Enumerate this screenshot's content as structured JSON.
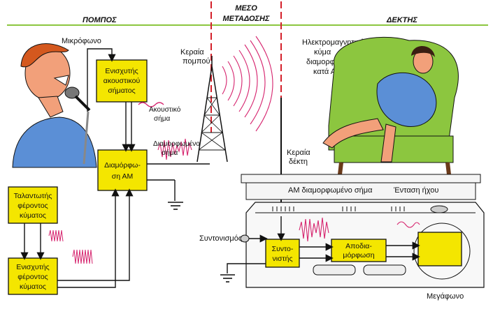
{
  "sections": {
    "transmitter": "ΠΟΜΠΟΣ",
    "medium_line1": "ΜΕΣΟ",
    "medium_line2": "ΜΕΤΑΔΟΣΗΣ",
    "receiver": "ΔΕΚΤΗΣ"
  },
  "labels": {
    "microphone": "Μικρόφωνο",
    "acoustic_signal_1": "Ακουστικό",
    "acoustic_signal_2": "σήμα",
    "modulated_signal_1": "Διαμορφωμένο",
    "modulated_signal_2": "σήμα",
    "tx_antenna_1": "Κεραία",
    "tx_antenna_2": "πομπού",
    "em_wave_1": "Ηλεκτρομαγνητικό",
    "em_wave_2": "κύμα",
    "em_wave_3": "διαμορφωμένο",
    "em_wave_4": "κατά ΑΜ",
    "rx_antenna_1": "Κεραία",
    "rx_antenna_2": "δέκτη",
    "am_modulated_signal": "ΑΜ διαμορφωμένο σήμα",
    "volume": "Ένταση ήχου",
    "tuning": "Συντονισμός",
    "speaker": "Μεγάφωνο"
  },
  "boxes": {
    "audio_amp": [
      "Ενισχυτής",
      "ακουστικού",
      "σήματος"
    ],
    "am_modulator": [
      "Διαμόρφω-",
      "ση ΑΜ"
    ],
    "carrier_oscillator": [
      "Ταλαντωτής",
      "φέροντος",
      "κύματος"
    ],
    "carrier_amp": [
      "Ενισχυτής",
      "φέροντος",
      "κύματος"
    ],
    "tuner": [
      "Συντο-",
      "νιστής"
    ],
    "demodulator": [
      "Αποδια-",
      "μόρφωση"
    ]
  },
  "colors": {
    "box_fill": "#f4e600",
    "header_line": "#8cc63f",
    "divider_red": "#d4202a",
    "signal_magenta": "#d6246e",
    "chair_green": "#8cc63f",
    "skin": "#f2a07a",
    "dress_blue": "#5b8fd6"
  }
}
